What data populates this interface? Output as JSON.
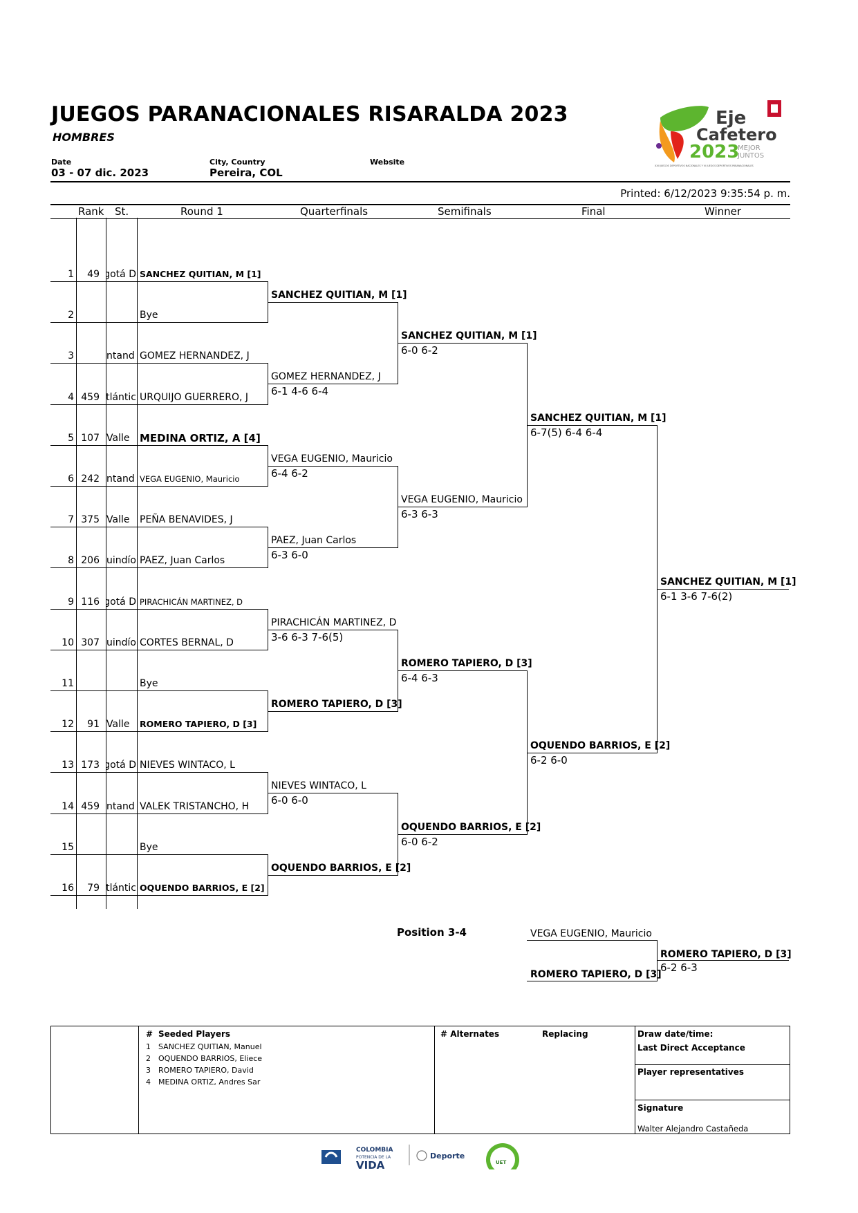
{
  "header": {
    "title": "JUEGOS PARANACIONALES RISARALDA 2023",
    "subtitle": "HOMBRES",
    "date_label": "Date",
    "date_value": "03 - 07 dic. 2023",
    "city_label": "City, Country",
    "city_value": "Pereira, COL",
    "website_label": "Website",
    "printed": "Printed: 6/12/2023 9:35:54 p. m."
  },
  "logo": {
    "line1": "Eje",
    "line2": "Cafetero",
    "year": "2023",
    "tag1": "MEJOR",
    "tag2": "JUNTOS",
    "small": "XXII JUEGOS DEPORTIVOS NACIONALES Y VI JUEGOS DEPORTIVOS PARANACIONALES",
    "colors": {
      "green": "#5db52f",
      "orange": "#f39a1e",
      "red": "#e2231a",
      "purple": "#6b2c91",
      "dark": "#3a3a3a"
    }
  },
  "columns": [
    "Rank",
    "St.",
    "Round 1",
    "Quarterfinals",
    "Semifinals",
    "Final",
    "Winner"
  ],
  "round1": [
    {
      "num": "1",
      "rank": "49",
      "st": "gotá D",
      "name": "SANCHEZ QUITIAN, M [1]"
    },
    {
      "num": "2",
      "rank": "",
      "st": "",
      "name": "Bye"
    },
    {
      "num": "3",
      "rank": "",
      "st": "ntand",
      "name": "GOMEZ HERNANDEZ, J"
    },
    {
      "num": "4",
      "rank": "459",
      "st": "tlántic",
      "name": "URQUIJO GUERRERO, J"
    },
    {
      "num": "5",
      "rank": "107",
      "st": "Valle",
      "name": "MEDINA ORTIZ, A [4]"
    },
    {
      "num": "6",
      "rank": "242",
      "st": "ntand",
      "name": "VEGA EUGENIO, Mauricio"
    },
    {
      "num": "7",
      "rank": "375",
      "st": "Valle",
      "name": "PEÑA BENAVIDES, J"
    },
    {
      "num": "8",
      "rank": "206",
      "st": "Quindío",
      "name": "PAEZ, Juan Carlos"
    },
    {
      "num": "9",
      "rank": "116",
      "st": "gotá D",
      "name": "PIRACHICÁN MARTINEZ, D"
    },
    {
      "num": "10",
      "rank": "307",
      "st": "Quindío",
      "name": "CORTES BERNAL, D"
    },
    {
      "num": "11",
      "rank": "",
      "st": "",
      "name": "Bye"
    },
    {
      "num": "12",
      "rank": "91",
      "st": "Valle",
      "name": "ROMERO TAPIERO, D [3]"
    },
    {
      "num": "13",
      "rank": "173",
      "st": "gotá D",
      "name": "NIEVES WINTACO, L"
    },
    {
      "num": "14",
      "rank": "459",
      "st": "ntand",
      "name": "VALEK TRISTANCHO, H"
    },
    {
      "num": "15",
      "rank": "",
      "st": "",
      "name": "Bye"
    },
    {
      "num": "16",
      "rank": "79",
      "st": "tlántic",
      "name": "OQUENDO BARRIOS, E [2]"
    }
  ],
  "quarterfinals": [
    {
      "name": "SANCHEZ QUITIAN, M [1]",
      "score": ""
    },
    {
      "name": "GOMEZ HERNANDEZ, J",
      "score": "6-1 4-6 6-4"
    },
    {
      "name": "VEGA EUGENIO, Mauricio",
      "score": "6-4 6-2"
    },
    {
      "name": "PAEZ, Juan Carlos",
      "score": "6-3 6-0"
    },
    {
      "name": "PIRACHICÁN MARTINEZ, D",
      "score": "3-6 6-3 7-6(5)"
    },
    {
      "name": "ROMERO TAPIERO, D [3]",
      "score": ""
    },
    {
      "name": "NIEVES WINTACO, L",
      "score": "6-0 6-0"
    },
    {
      "name": "OQUENDO BARRIOS, E [2]",
      "score": ""
    }
  ],
  "semifinals": [
    {
      "name": "SANCHEZ QUITIAN, M [1]",
      "score": "6-0 6-2"
    },
    {
      "name": "VEGA EUGENIO, Mauricio",
      "score": "6-3 6-3"
    },
    {
      "name": "ROMERO TAPIERO, D [3]",
      "score": "6-4 6-3"
    },
    {
      "name": "OQUENDO BARRIOS, E [2]",
      "score": "6-0 6-2"
    }
  ],
  "final": [
    {
      "name": "SANCHEZ QUITIAN, M [1]",
      "score": "6-7(5) 6-4 6-4"
    },
    {
      "name": "OQUENDO BARRIOS, E [2]",
      "score": "6-2 6-0"
    }
  ],
  "winner": {
    "name": "SANCHEZ QUITIAN, M [1]",
    "score": "6-1 3-6 7-6(2)"
  },
  "position34": {
    "label": "Position 3-4",
    "player1": "VEGA EUGENIO, Mauricio",
    "player2": "ROMERO TAPIERO, D [3]",
    "winner": "ROMERO TAPIERO, D [3]",
    "score": "6-2 6-3"
  },
  "footer": {
    "seeded_hash": "#",
    "seeded_title": "Seeded Players",
    "seeded": [
      {
        "n": "1",
        "name": "SANCHEZ QUITIAN, Manuel"
      },
      {
        "n": "2",
        "name": "OQUENDO BARRIOS, Eliecer"
      },
      {
        "n": "3",
        "name": "ROMERO TAPIERO, David"
      },
      {
        "n": "4",
        "name": "MEDINA ORTIZ, Andres Sar"
      }
    ],
    "alternates_title": "# Alternates",
    "replacing_title": "Replacing",
    "draw_datetime": "Draw date/time:",
    "last_direct": "Last Direct Acceptance",
    "player_reps": "Player representatives",
    "signature": "Signature",
    "signer": "Walter Alejandro Castañeda"
  },
  "sponsors": {
    "colombia1": "COLOMBIA",
    "colombia2": "POTENCIA DE LA",
    "colombia3": "VIDA",
    "deporte": "Deporte",
    "circle": "UET"
  }
}
